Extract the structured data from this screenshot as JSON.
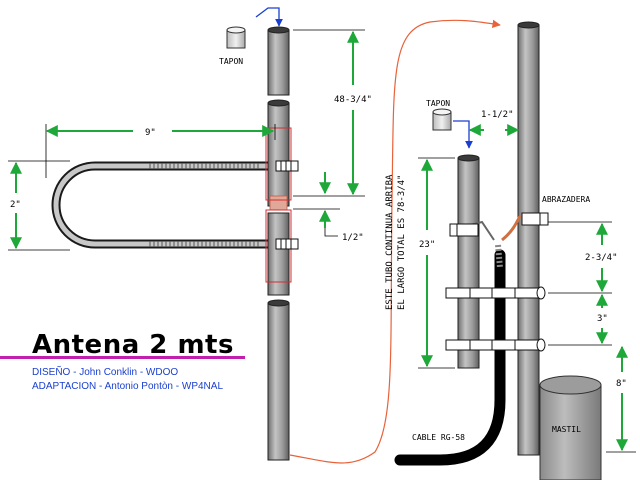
{
  "labels": {
    "cap_left": "TAPON",
    "cap_right": "TAPON",
    "clamp": "ABRAZADERA",
    "cable": "CABLE RG-58",
    "mast": "MASTIL",
    "note_line1": "ESTE TUBO CONTINUA ARRIBA",
    "note_line2": "EL LARGO TOTAL ES 78-3/4\""
  },
  "dimensions": {
    "width_9": "9\"",
    "gap_2": "2\"",
    "len_48": "48-3/4\"",
    "gap_half": "1/2\"",
    "spacing_1_5": "1-1/2\"",
    "len_23": "23\"",
    "d_2_75": "2-3/4\"",
    "d_3": "3\"",
    "d_8": "8\""
  },
  "title": {
    "main": "Antena 2 mts",
    "credit_design": "DISEÑO - John Conklin - WDOO",
    "credit_adapt": "ADAPTACION - Antonio Pontòn - WP4NAL"
  },
  "colors": {
    "pipe_fill": "#9c9c9c",
    "dim_arrow": "#1fa83a",
    "pointer": "#1a3fd0",
    "link_line": "#e8623a",
    "title_rule": "#c21fb0",
    "credit_text": "#1a3fd0"
  }
}
